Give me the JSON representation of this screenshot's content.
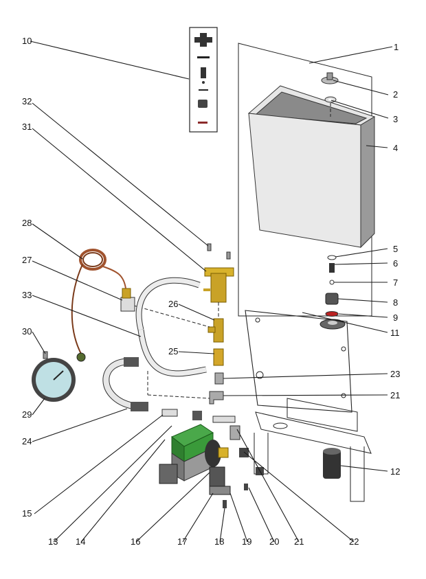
{
  "diagram": {
    "labels": [
      {
        "id": "1",
        "text": "1"
      },
      {
        "id": "2",
        "text": "2"
      },
      {
        "id": "3",
        "text": "3"
      },
      {
        "id": "4",
        "text": "4"
      },
      {
        "id": "5",
        "text": "5"
      },
      {
        "id": "6",
        "text": "6"
      },
      {
        "id": "7",
        "text": "7"
      },
      {
        "id": "8",
        "text": "8"
      },
      {
        "id": "9",
        "text": "9"
      },
      {
        "id": "10",
        "text": "10"
      },
      {
        "id": "11",
        "text": "11"
      },
      {
        "id": "12",
        "text": "12"
      },
      {
        "id": "13",
        "text": "13"
      },
      {
        "id": "14",
        "text": "14"
      },
      {
        "id": "15",
        "text": "15"
      },
      {
        "id": "16",
        "text": "16"
      },
      {
        "id": "17",
        "text": "17"
      },
      {
        "id": "18",
        "text": "18"
      },
      {
        "id": "19",
        "text": "19"
      },
      {
        "id": "20",
        "text": "20"
      },
      {
        "id": "21a",
        "text": "21"
      },
      {
        "id": "21b",
        "text": "21"
      },
      {
        "id": "22",
        "text": "22"
      },
      {
        "id": "23",
        "text": "23"
      },
      {
        "id": "24",
        "text": "24"
      },
      {
        "id": "25",
        "text": "25"
      },
      {
        "id": "26",
        "text": "26"
      },
      {
        "id": "27",
        "text": "27"
      },
      {
        "id": "28",
        "text": "28"
      },
      {
        "id": "29",
        "text": "29"
      },
      {
        "id": "30",
        "text": "30"
      },
      {
        "id": "31",
        "text": "31"
      },
      {
        "id": "32",
        "text": "32"
      },
      {
        "id": "33",
        "text": "33"
      }
    ],
    "colors": {
      "brass": "#c9a227",
      "green": "#3a9a3a",
      "copper": "#a0522d",
      "steel": "#cfcfcf",
      "dark": "#333333"
    }
  }
}
